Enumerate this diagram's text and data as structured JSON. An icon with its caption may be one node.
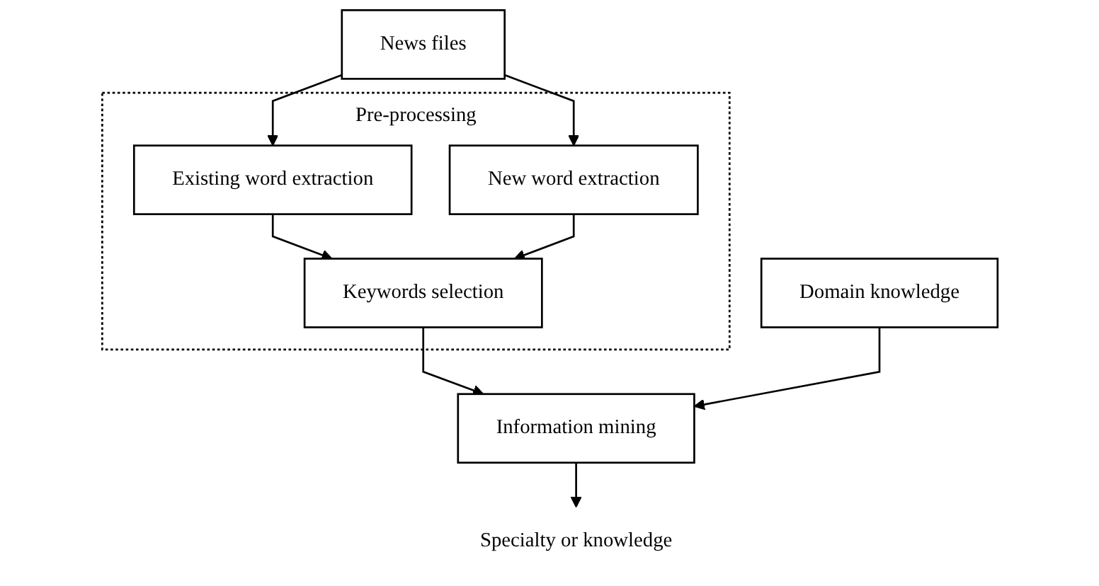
{
  "diagram": {
    "nodes": [
      {
        "text": [
          "News files"
        ]
      },
      {
        "text": [
          "Pre-processing"
        ]
      },
      {
        "text": [
          "Existing word extraction"
        ],
        "in": 1
      },
      {
        "text": [
          "New word extraction"
        ],
        "in": 1
      },
      {
        "text": [
          "Keywords selection"
        ],
        "in": 1
      },
      {
        "text": [
          "Information mining"
        ]
      },
      {
        "text": [
          "Domain knowledge"
        ]
      },
      {
        "text": [
          "Specialty or knowledge"
        ]
      }
    ],
    "edges": [
      {
        "from": 0,
        "to": 2,
        "arrow": "to"
      },
      {
        "from": 0,
        "to": 3,
        "arrow": "to"
      },
      {
        "from": 2,
        "to": 4,
        "arrow": "to"
      },
      {
        "from": 3,
        "to": 4,
        "arrow": "to"
      },
      {
        "from": 4,
        "to": 5,
        "arrow": "to"
      },
      {
        "from": 6,
        "to": 5,
        "arrow": "to"
      },
      {
        "from": 5,
        "to": 7,
        "arrow": "to"
      }
    ]
  }
}
